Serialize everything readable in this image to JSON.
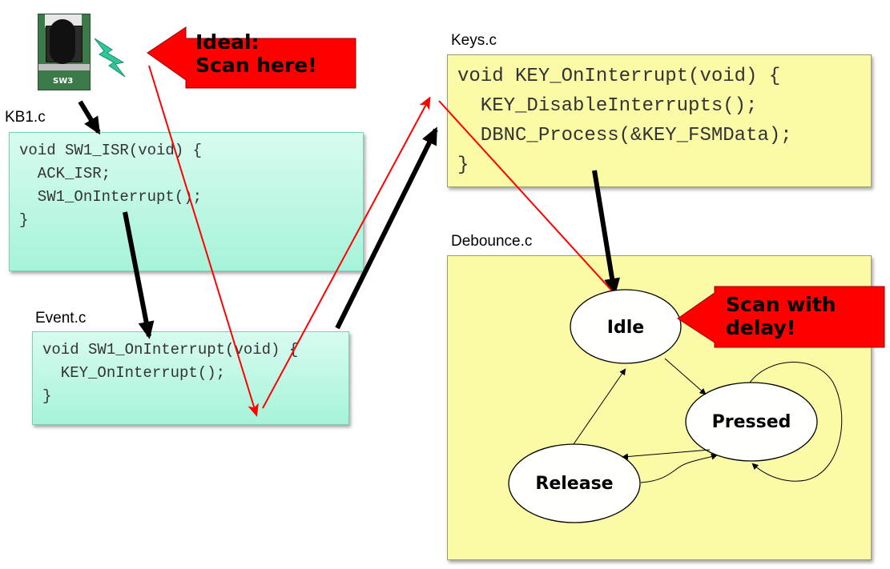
{
  "files": {
    "kb1": "KB1.c",
    "event": "Event.c",
    "keys": "Keys.c",
    "debounce": "Debounce.c"
  },
  "code": {
    "kb1": [
      "void SW1_ISR(void) {",
      "  ACK_ISR;",
      "  SW1_OnInterrupt();",
      "}"
    ],
    "event": [
      "void SW1_OnInterrupt(void) {",
      "  KEY_OnInterrupt();",
      "}"
    ],
    "keys": [
      "void KEY_OnInterrupt(void) {",
      "  KEY_DisableInterrupts();",
      "  DBNC_Process(&KEY_FSMData);",
      "}"
    ]
  },
  "callouts": {
    "ideal": "Ideal:\nScan here!",
    "delay": "Scan with\ndelay!"
  },
  "states": {
    "idle": "Idle",
    "pressed": "Pressed",
    "release": "Release"
  },
  "button_label": "SW3",
  "colors": {
    "callout_red": "#ff0000",
    "green_note": "#a6f3d9",
    "yellow_note": "#fbfaa6",
    "lightning": "#2ec79a"
  },
  "icons": [
    "push-button-photo",
    "lightning-icon"
  ]
}
